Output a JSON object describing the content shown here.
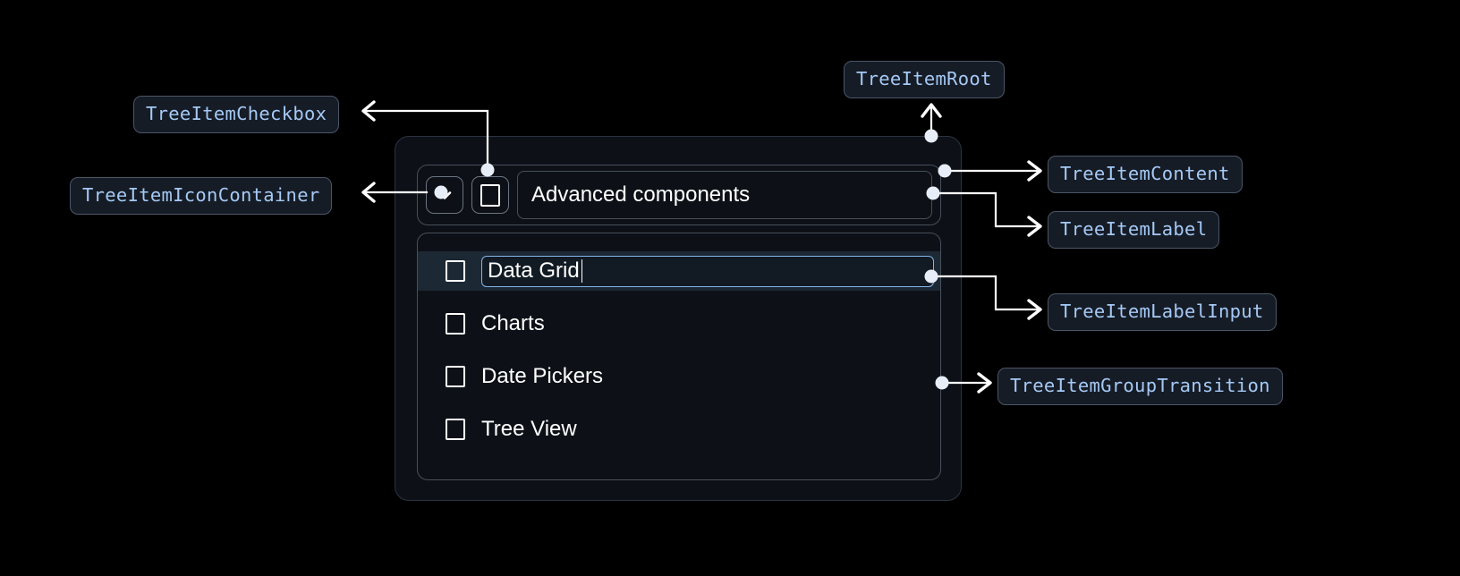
{
  "canvas": {
    "background": "#000000",
    "accent_blue": "#a5c9f5",
    "wire_color": "#ffffff",
    "panel_background": "#0d1117",
    "panel_border": "#474f5b",
    "selected_row_background": "#1d2835",
    "input_border": "#83b4e8"
  },
  "annotations": [
    {
      "id": "tree-item-checkbox",
      "label": "TreeItemCheckbox"
    },
    {
      "id": "tree-item-icon-container",
      "label": "TreeItemIconContainer"
    },
    {
      "id": "tree-item-root",
      "label": "TreeItemRoot"
    },
    {
      "id": "tree-item-content",
      "label": "TreeItemContent"
    },
    {
      "id": "tree-item-label",
      "label": "TreeItemLabel"
    },
    {
      "id": "tree-item-label-input",
      "label": "TreeItemLabelInput"
    },
    {
      "id": "tree-item-group-transition",
      "label": "TreeItemGroupTransition"
    }
  ],
  "tree": {
    "parent": {
      "label": "Advanced components",
      "collapse_icon": "chevron-down-icon",
      "checkbox_state": "unchecked"
    },
    "children": [
      {
        "label": "Data Grid",
        "checkbox_state": "unchecked",
        "editing": true,
        "selected": true
      },
      {
        "label": "Charts",
        "checkbox_state": "unchecked",
        "editing": false,
        "selected": false
      },
      {
        "label": "Date Pickers",
        "checkbox_state": "unchecked",
        "editing": false,
        "selected": false
      },
      {
        "label": "Tree View",
        "checkbox_state": "unchecked",
        "editing": false,
        "selected": false
      }
    ]
  }
}
